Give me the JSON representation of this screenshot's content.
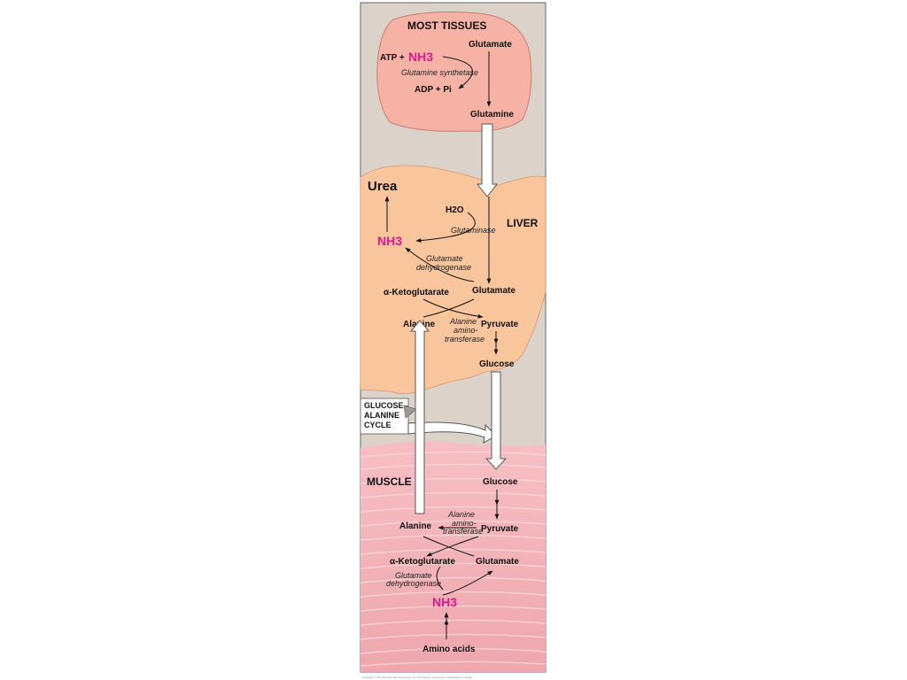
{
  "tissues": {
    "header": "MOST TISSUES",
    "glutamate": "Glutamate",
    "atp": "ATP +",
    "nh3": "NH3",
    "enzyme": "Glutamine synthetase",
    "adp": "ADP + Pi",
    "glutamine": "Glutamine"
  },
  "liver": {
    "header": "LIVER",
    "urea": "Urea",
    "h2o": "H2O",
    "glutaminase": "Glutaminase",
    "nh3": "NH3",
    "gdh1": "Glutamate",
    "gdh2": "dehydrogenase",
    "akg": "α-Ketoglutarate",
    "glutamate": "Glutamate",
    "alanine": "Alanine",
    "aat1": "Alanine",
    "aat2": "amino-",
    "aat3": "transferase",
    "pyruvate": "Pyruvate",
    "glucose": "Glucose"
  },
  "cycle": {
    "line1": "GLUCOSE–",
    "line2": "ALANINE",
    "line3": "CYCLE"
  },
  "muscle": {
    "header": "MUSCLE",
    "glucose": "Glucose",
    "aat1": "Alanine",
    "aat2": "amino-",
    "aat3": "transferase",
    "alanine": "Alanine",
    "pyruvate": "Pyruvate",
    "akg": "α-Ketoglutarate",
    "glutamate": "Glutamate",
    "gdh1": "Glutamate",
    "gdh2": "dehydrogenase",
    "nh3": "NH3",
    "amino_acids": "Amino acids"
  },
  "footer": {
    "copyright": "Copyright © The McGraw-Hill Companies, Inc. Permission required for reproduction or display."
  },
  "colors": {
    "background": "#dbd3c9",
    "tissue_fill": "#f6b3a5",
    "liver_fill": "#f9c59d",
    "muscle_fill": "#f0aeb4",
    "nh3_text": "#e0198a"
  }
}
